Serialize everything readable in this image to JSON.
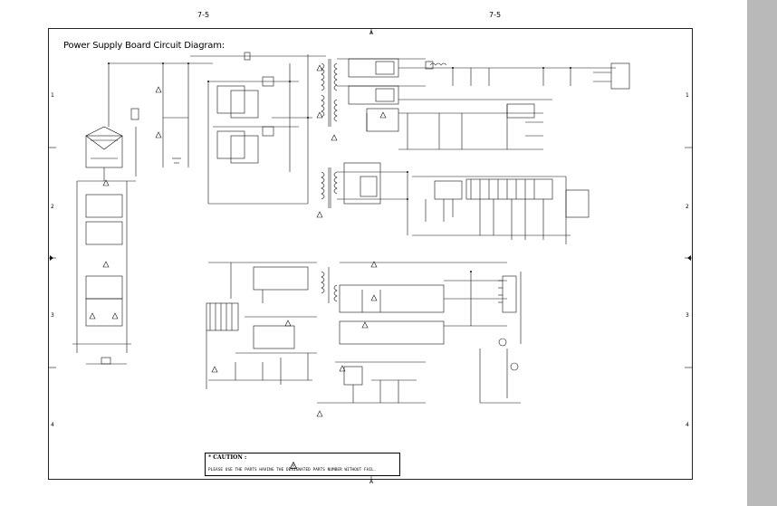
{
  "page": {
    "page_number_left": "7-5",
    "page_number_right": "7-5"
  },
  "frame": {
    "zone_top": "A",
    "zone_bottom": "A",
    "row_labels_left": [
      "1",
      "2",
      "3",
      "4"
    ],
    "row_labels_right": [
      "1",
      "2",
      "3",
      "4"
    ]
  },
  "diagram": {
    "title": "Power Supply Board Circuit Diagram:"
  },
  "caution": {
    "title": "* CAUTION :",
    "text": "PLEASE USE THE PARTS HAVING THE DESIGNATED PARTS NUMBER WITHOUT FAIL."
  },
  "colors": {
    "line": "#111111",
    "strip": "#b9b9b9"
  }
}
